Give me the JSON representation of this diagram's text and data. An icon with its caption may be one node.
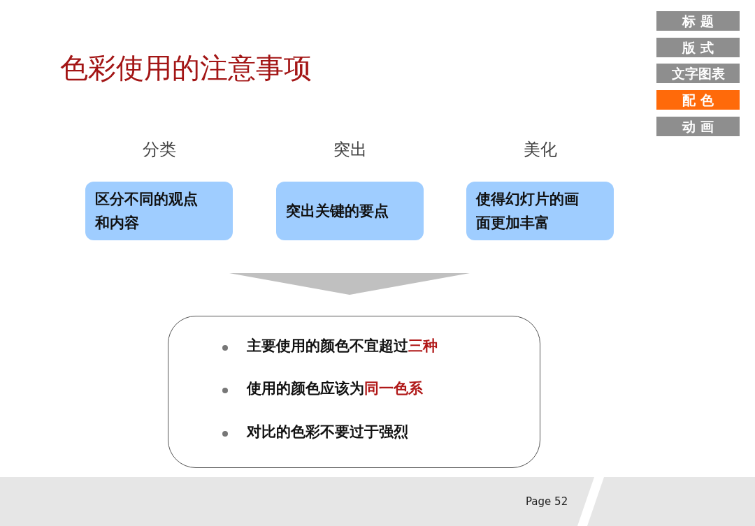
{
  "diagram": {
    "title": "色彩使用的注意事项",
    "nodes": [
      {
        "text": [
          "标 题"
        ]
      },
      {
        "text": [
          "版 式"
        ]
      },
      {
        "text": [
          "文字图表"
        ]
      },
      {
        "text": [
          "配 色"
        ]
      },
      {
        "text": [
          "动 画"
        ]
      },
      {
        "text": [
          "分类",
          "区分不同的观点和内容"
        ]
      },
      {
        "text": [
          "突出",
          "突出关键的要点"
        ]
      },
      {
        "text": [
          "美化",
          "使得幻灯片的画面更加丰富"
        ]
      },
      {
        "text": [],
        "shape": "triangle"
      },
      {
        "text": [
          "主要使用的颜色不宜超过**三种**",
          "使用的颜色应该为**同一色系**",
          "对比的色彩不要过于强烈"
        ]
      }
    ],
    "labels": [
      "Page 52"
    ]
  }
}
